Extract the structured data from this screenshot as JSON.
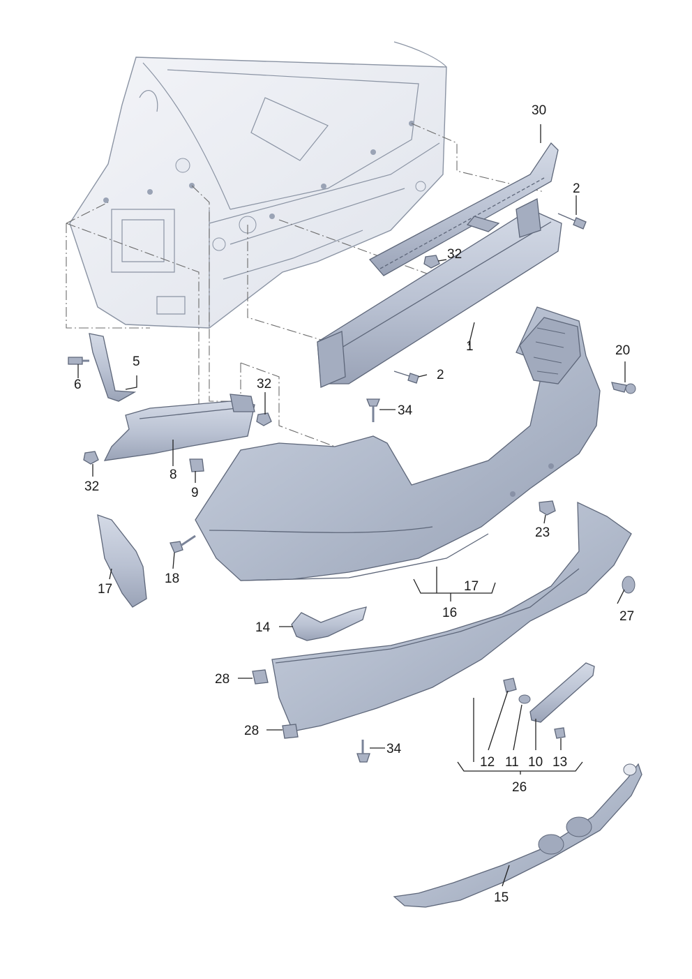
{
  "diagram": {
    "callouts": {
      "c30": "30",
      "c2a": "2",
      "c32a": "32",
      "c1": "1",
      "c2b": "2",
      "c20": "20",
      "c5": "5",
      "c6": "6",
      "c32b": "32",
      "c32c": "32",
      "c8": "8",
      "c9": "9",
      "c34a": "34",
      "c23": "23",
      "c17a": "17",
      "c18": "18",
      "c17b": "17",
      "c16": "16",
      "c27": "27",
      "c14": "14",
      "c28a": "28",
      "c28b": "28",
      "c34b": "34",
      "c12": "12",
      "c11": "11",
      "c10": "10",
      "c13": "13",
      "c26": "26",
      "c15": "15"
    },
    "colors": {
      "body_fill": "#eef0f5",
      "part_fill": "#c4cbd9",
      "part_dark": "#98a1b4",
      "line": "#5d6679"
    }
  }
}
